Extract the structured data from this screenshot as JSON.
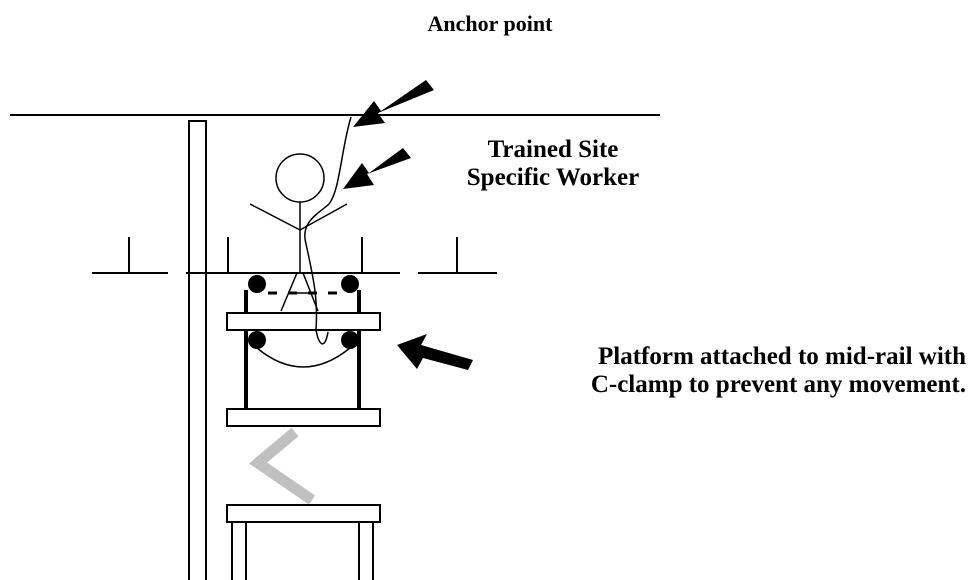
{
  "labels": {
    "anchor": "Anchor point",
    "worker_line1": "Trained Site",
    "worker_line2": "Specific Worker",
    "platform_line1": "Platform attached to mid-rail with",
    "platform_line2": "C-clamp to prevent any movement."
  },
  "colors": {
    "line": "#000000",
    "brace": "#c0c0c0",
    "background": "#ffffff"
  }
}
